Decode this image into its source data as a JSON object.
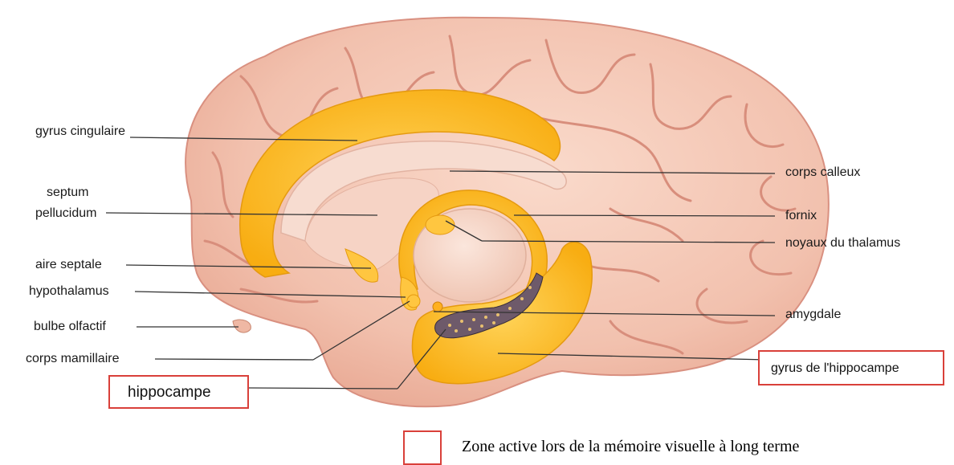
{
  "diagram": {
    "labels_left": {
      "gyrus_cingulaire": "gyrus cingulaire",
      "septum": "septum",
      "pellucidum": "pellucidum",
      "aire_septale": "aire septale",
      "hypothalamus": "hypothalamus",
      "bulbe_olfactif": "bulbe olfactif",
      "corps_mamillaire": "corps mamillaire",
      "hippocampe": "hippocampe"
    },
    "labels_right": {
      "corps_calleux": "corps calleux",
      "fornix": "fornix",
      "noyaux_du_thalamus": "noyaux du thalamus",
      "amygdale": "amygdale",
      "gyrus_de_lhippocampe": "gyrus de l'hippocampe"
    },
    "highlighted": [
      "hippocampe",
      "gyrus de l'hippocampe"
    ],
    "legend": {
      "text": "Zone active lors de la mémoire visuelle à long terme"
    }
  },
  "colors": {
    "highlight_box": "#d9403a",
    "brain_skin": "#f3c6b6",
    "brain_fold": "#e6a493",
    "limbic_yellow": "#fbbd2a",
    "leader_line": "#333333"
  }
}
